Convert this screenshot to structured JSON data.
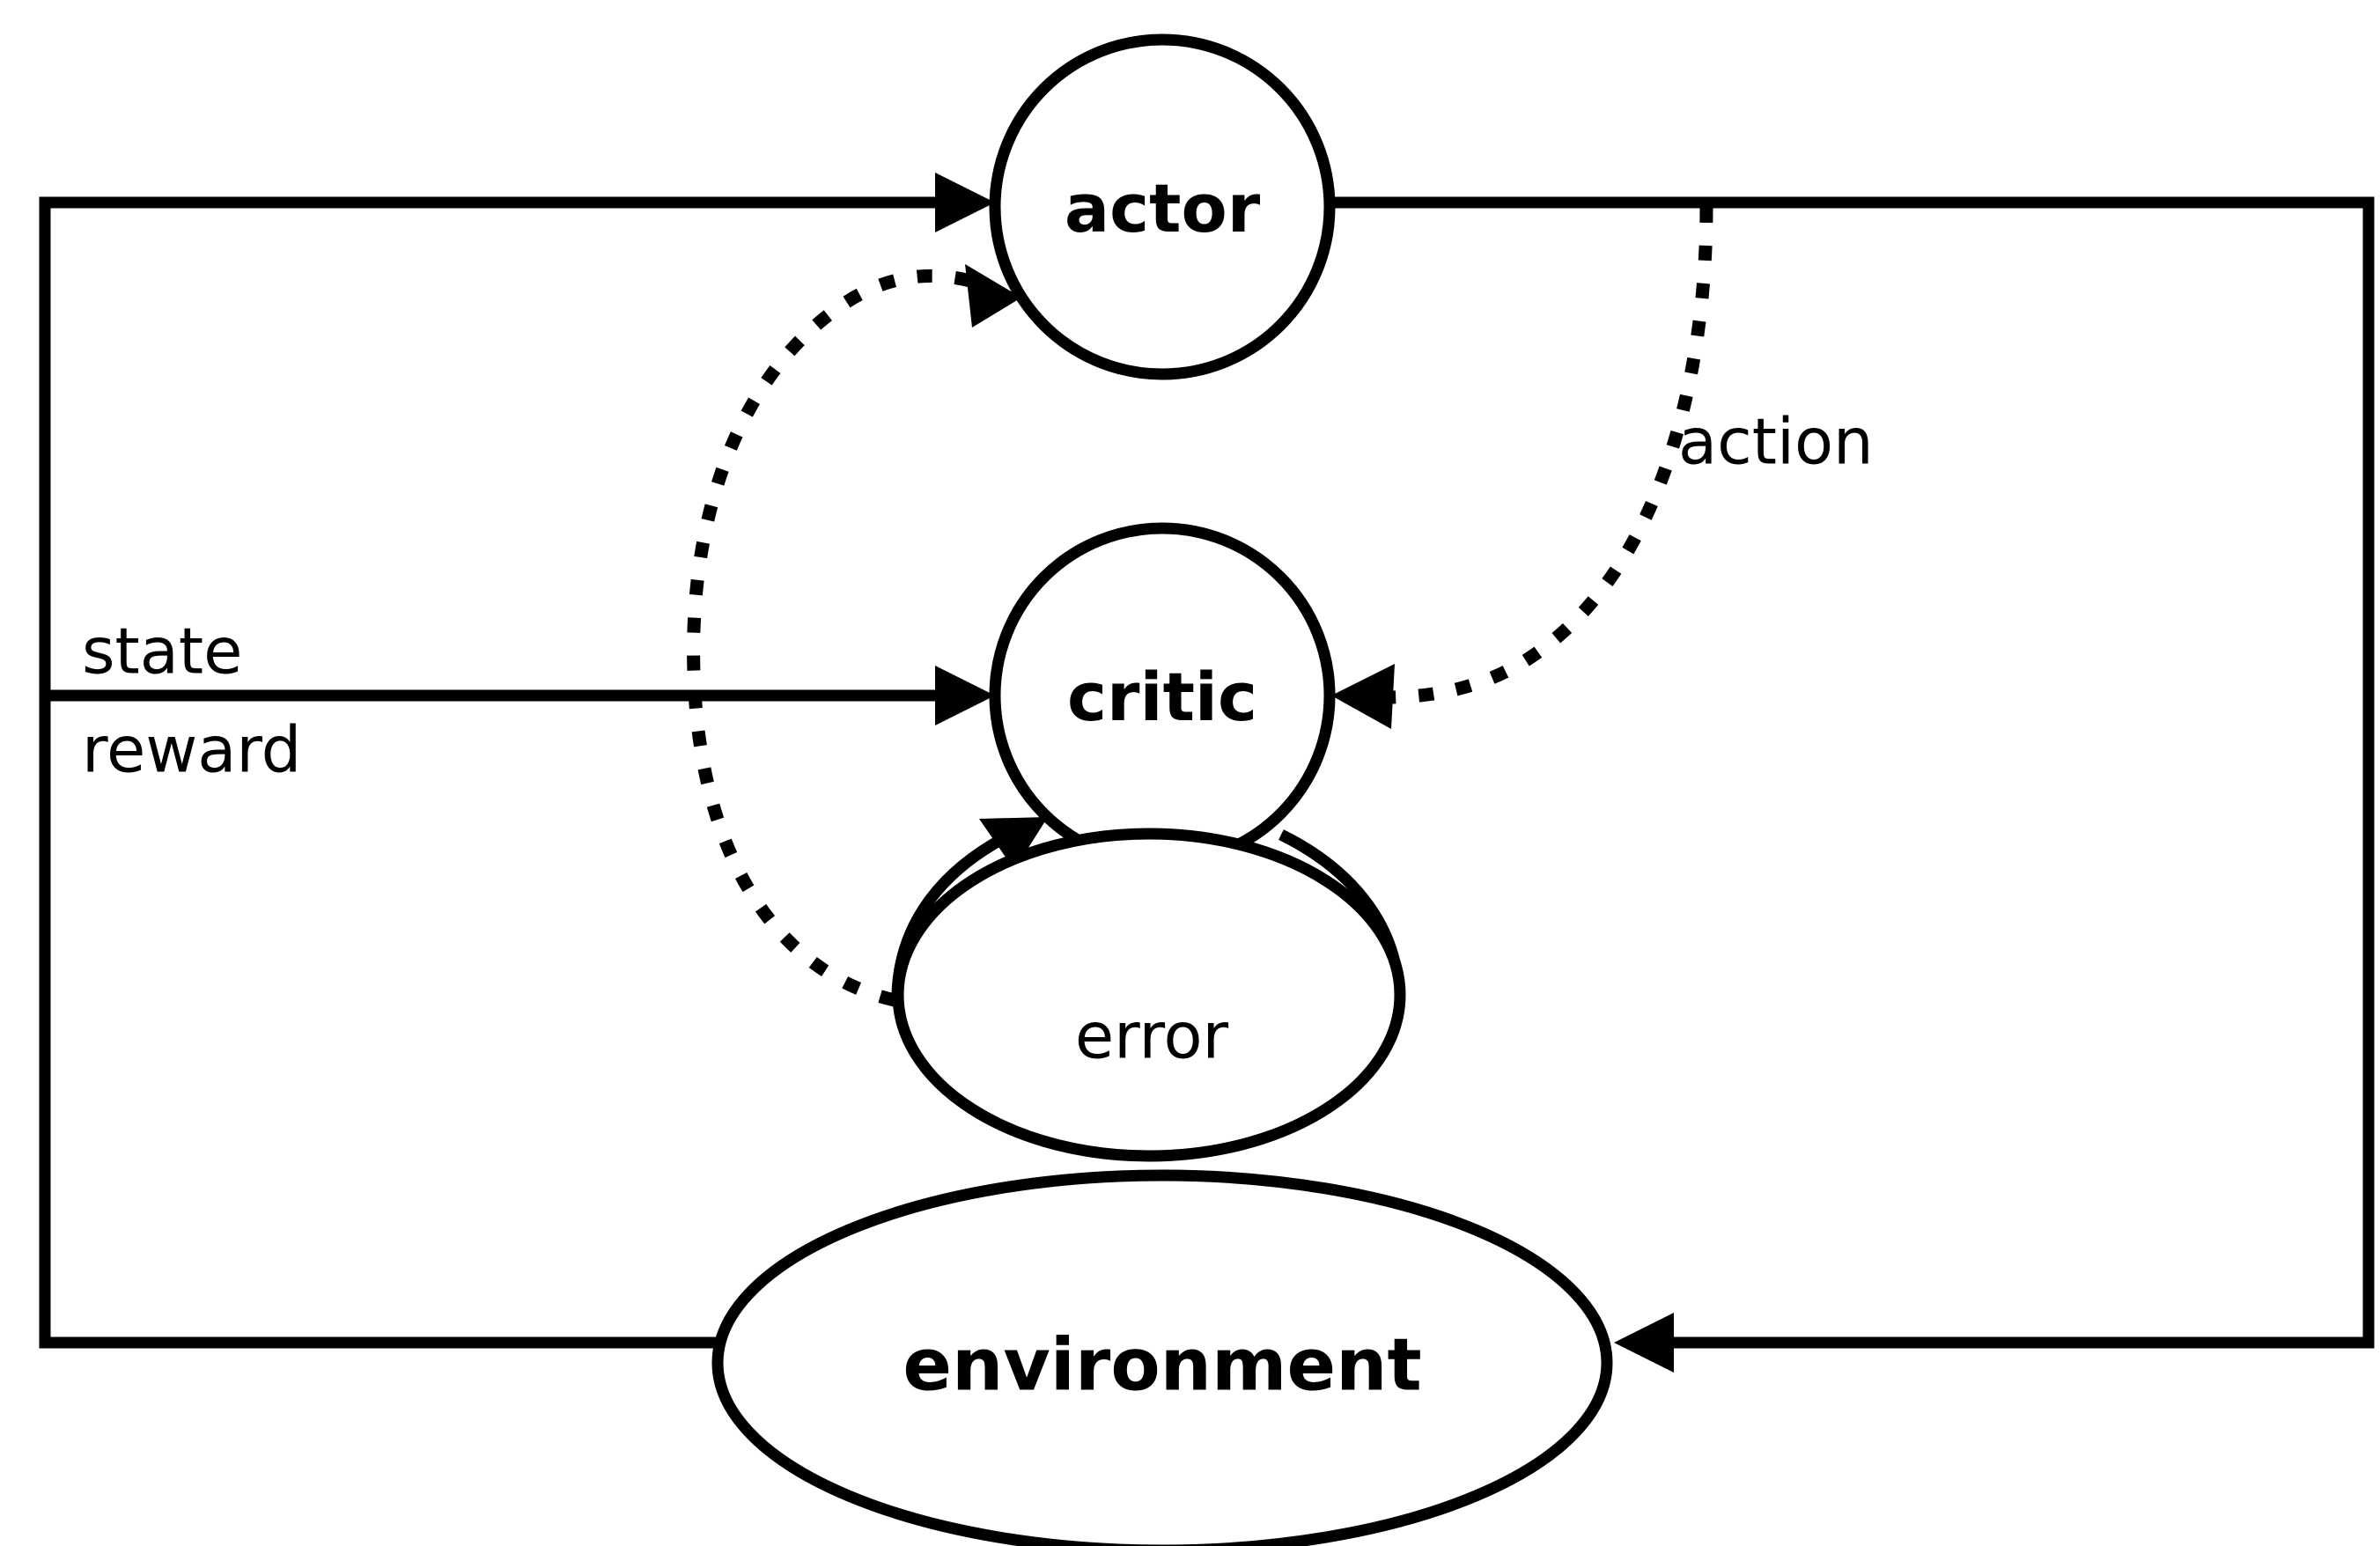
{
  "diagram": {
    "type": "actor-critic-reinforcement-learning-block-diagram",
    "background_color": "#ffffff",
    "line_color": "#000000",
    "nodes": {
      "actor": {
        "label": "actor",
        "shape": "circle",
        "emphasis": "bold"
      },
      "critic": {
        "label": "critic",
        "shape": "circle",
        "emphasis": "bold"
      },
      "error": {
        "label": "error",
        "shape": "ellipse",
        "emphasis": "regular"
      },
      "environment": {
        "label": "environment",
        "shape": "ellipse",
        "emphasis": "bold"
      }
    },
    "edge_labels": {
      "state": "state",
      "reward": "reward",
      "action": "action"
    },
    "edges": [
      {
        "from": "environment",
        "to": "actor",
        "label": "state",
        "style": "solid"
      },
      {
        "from": "environment",
        "to": "critic",
        "label": "reward",
        "style": "solid"
      },
      {
        "from": "actor",
        "to": "environment",
        "label": "action",
        "style": "solid"
      },
      {
        "from": "actor",
        "to": "critic",
        "label": "action",
        "style": "dotted"
      },
      {
        "from": "critic",
        "to": "error",
        "label": "",
        "style": "solid"
      },
      {
        "from": "error",
        "to": "critic",
        "label": "",
        "style": "solid"
      },
      {
        "from": "error",
        "to": "actor",
        "label": "",
        "style": "dotted"
      }
    ]
  }
}
